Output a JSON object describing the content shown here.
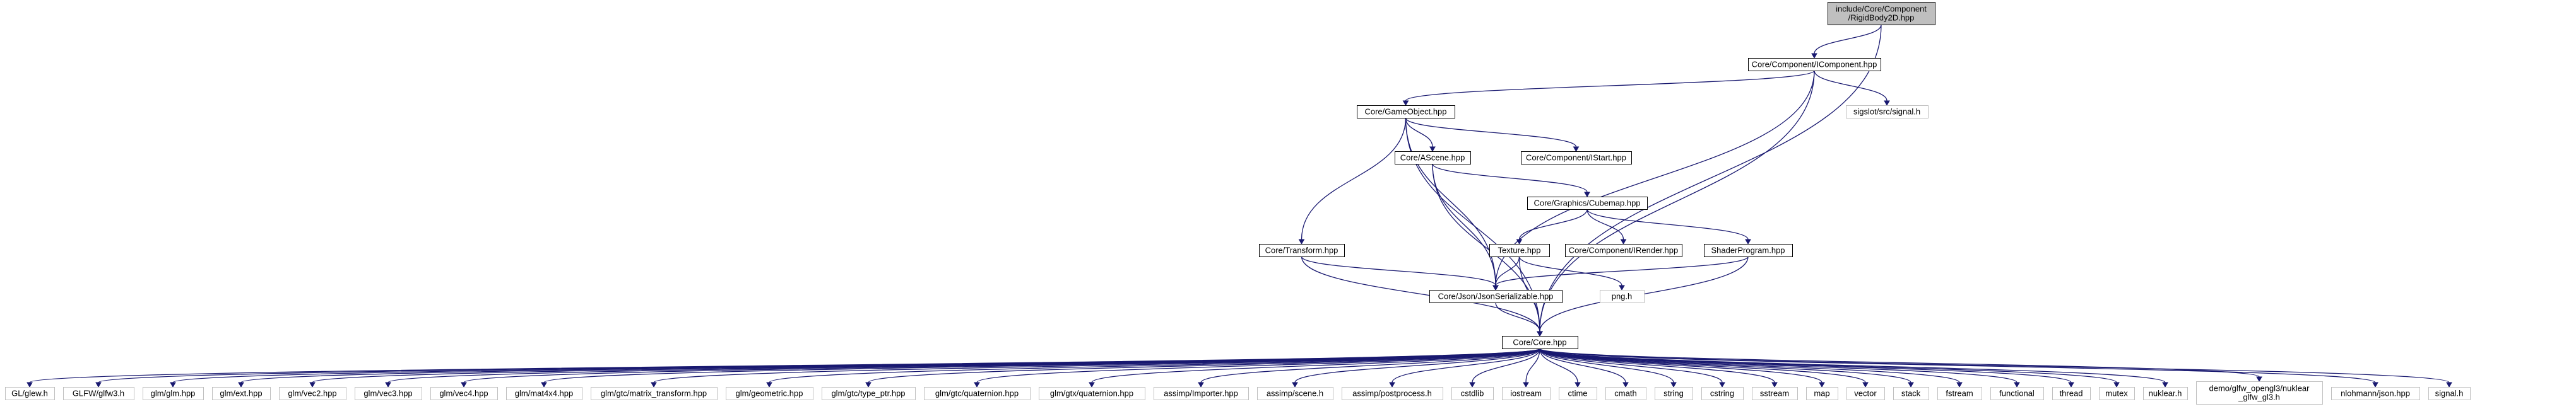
{
  "colors": {
    "edge": "#191970",
    "documented_border": "#000000",
    "external_border": "#bfbfbf",
    "root_fill": "#bfbfbf",
    "node_fill": "#ffffff"
  },
  "nodes": [
    {
      "id": "root",
      "label_lines": [
        "include/Core/Component",
        "/RigidBody2D.hpp"
      ],
      "kind": "root"
    },
    {
      "id": "icomponent",
      "label_lines": [
        "Core/Component/IComponent.hpp"
      ],
      "kind": "documented"
    },
    {
      "id": "sigslot",
      "label_lines": [
        "sigslot/src/signal.h"
      ],
      "kind": "external"
    },
    {
      "id": "gameobject",
      "label_lines": [
        "Core/GameObject.hpp"
      ],
      "kind": "documented"
    },
    {
      "id": "istart",
      "label_lines": [
        "Core/Component/IStart.hpp"
      ],
      "kind": "documented"
    },
    {
      "id": "ascene",
      "label_lines": [
        "Core/AScene.hpp"
      ],
      "kind": "documented"
    },
    {
      "id": "cubemap",
      "label_lines": [
        "Core/Graphics/Cubemap.hpp"
      ],
      "kind": "documented"
    },
    {
      "id": "transform",
      "label_lines": [
        "Core/Transform.hpp"
      ],
      "kind": "documented"
    },
    {
      "id": "texture",
      "label_lines": [
        "Texture.hpp"
      ],
      "kind": "documented"
    },
    {
      "id": "irender",
      "label_lines": [
        "Core/Component/IRender.hpp"
      ],
      "kind": "documented"
    },
    {
      "id": "shaderprogram",
      "label_lines": [
        "ShaderProgram.hpp"
      ],
      "kind": "documented"
    },
    {
      "id": "jsonser",
      "label_lines": [
        "Core/Json/JsonSerializable.hpp"
      ],
      "kind": "documented"
    },
    {
      "id": "png",
      "label_lines": [
        "png.h"
      ],
      "kind": "external"
    },
    {
      "id": "core",
      "label_lines": [
        "Core/Core.hpp"
      ],
      "kind": "documented"
    },
    {
      "id": "glew",
      "label_lines": [
        "GL/glew.h"
      ],
      "kind": "external"
    },
    {
      "id": "glfw",
      "label_lines": [
        "GLFW/glfw3.h"
      ],
      "kind": "external"
    },
    {
      "id": "glm",
      "label_lines": [
        "glm/glm.hpp"
      ],
      "kind": "external"
    },
    {
      "id": "glmext",
      "label_lines": [
        "glm/ext.hpp"
      ],
      "kind": "external"
    },
    {
      "id": "vec2",
      "label_lines": [
        "glm/vec2.hpp"
      ],
      "kind": "external"
    },
    {
      "id": "vec3",
      "label_lines": [
        "glm/vec3.hpp"
      ],
      "kind": "external"
    },
    {
      "id": "vec4",
      "label_lines": [
        "glm/vec4.hpp"
      ],
      "kind": "external"
    },
    {
      "id": "mat4x4",
      "label_lines": [
        "glm/mat4x4.hpp"
      ],
      "kind": "external"
    },
    {
      "id": "mattransform",
      "label_lines": [
        "glm/gtc/matrix_transform.hpp"
      ],
      "kind": "external"
    },
    {
      "id": "geometric",
      "label_lines": [
        "glm/geometric.hpp"
      ],
      "kind": "external"
    },
    {
      "id": "typeptr",
      "label_lines": [
        "glm/gtc/type_ptr.hpp"
      ],
      "kind": "external"
    },
    {
      "id": "gtcquat",
      "label_lines": [
        "glm/gtc/quaternion.hpp"
      ],
      "kind": "external"
    },
    {
      "id": "gtxquat",
      "label_lines": [
        "glm/gtx/quaternion.hpp"
      ],
      "kind": "external"
    },
    {
      "id": "importer",
      "label_lines": [
        "assimp/Importer.hpp"
      ],
      "kind": "external"
    },
    {
      "id": "scene",
      "label_lines": [
        "assimp/scene.h"
      ],
      "kind": "external"
    },
    {
      "id": "postprocess",
      "label_lines": [
        "assimp/postprocess.h"
      ],
      "kind": "external"
    },
    {
      "id": "cstdlib",
      "label_lines": [
        "cstdlib"
      ],
      "kind": "external"
    },
    {
      "id": "iostream",
      "label_lines": [
        "iostream"
      ],
      "kind": "external"
    },
    {
      "id": "ctime",
      "label_lines": [
        "ctime"
      ],
      "kind": "external"
    },
    {
      "id": "cmath",
      "label_lines": [
        "cmath"
      ],
      "kind": "external"
    },
    {
      "id": "string",
      "label_lines": [
        "string"
      ],
      "kind": "external"
    },
    {
      "id": "cstring",
      "label_lines": [
        "cstring"
      ],
      "kind": "external"
    },
    {
      "id": "sstream",
      "label_lines": [
        "sstream"
      ],
      "kind": "external"
    },
    {
      "id": "map",
      "label_lines": [
        "map"
      ],
      "kind": "external"
    },
    {
      "id": "vector",
      "label_lines": [
        "vector"
      ],
      "kind": "external"
    },
    {
      "id": "stack",
      "label_lines": [
        "stack"
      ],
      "kind": "external"
    },
    {
      "id": "fstream",
      "label_lines": [
        "fstream"
      ],
      "kind": "external"
    },
    {
      "id": "functional",
      "label_lines": [
        "functional"
      ],
      "kind": "external"
    },
    {
      "id": "thread",
      "label_lines": [
        "thread"
      ],
      "kind": "external"
    },
    {
      "id": "mutex",
      "label_lines": [
        "mutex"
      ],
      "kind": "external"
    },
    {
      "id": "nuklear",
      "label_lines": [
        "nuklear.h"
      ],
      "kind": "external"
    },
    {
      "id": "glfwgl3",
      "label_lines": [
        "demo/glfw_opengl3/nuklear",
        "_glfw_gl3.h"
      ],
      "kind": "external"
    },
    {
      "id": "json",
      "label_lines": [
        "nlohmann/json.hpp"
      ],
      "kind": "external"
    },
    {
      "id": "signal",
      "label_lines": [
        "signal.h"
      ],
      "kind": "external"
    }
  ],
  "edges": [
    [
      "root",
      "icomponent"
    ],
    [
      "root",
      "core"
    ],
    [
      "icomponent",
      "gameobject"
    ],
    [
      "icomponent",
      "sigslot"
    ],
    [
      "icomponent",
      "jsonser"
    ],
    [
      "icomponent",
      "core"
    ],
    [
      "gameobject",
      "istart"
    ],
    [
      "gameobject",
      "ascene"
    ],
    [
      "gameobject",
      "transform"
    ],
    [
      "gameobject",
      "jsonser"
    ],
    [
      "gameobject",
      "core"
    ],
    [
      "ascene",
      "cubemap"
    ],
    [
      "ascene",
      "jsonser"
    ],
    [
      "ascene",
      "core"
    ],
    [
      "cubemap",
      "texture"
    ],
    [
      "cubemap",
      "irender"
    ],
    [
      "cubemap",
      "shaderprogram"
    ],
    [
      "transform",
      "jsonser"
    ],
    [
      "transform",
      "core"
    ],
    [
      "texture",
      "jsonser"
    ],
    [
      "texture",
      "png"
    ],
    [
      "texture",
      "core"
    ],
    [
      "shaderprogram",
      "jsonser"
    ],
    [
      "shaderprogram",
      "core"
    ],
    [
      "jsonser",
      "core"
    ],
    [
      "core",
      "glew"
    ],
    [
      "core",
      "glfw"
    ],
    [
      "core",
      "glm"
    ],
    [
      "core",
      "glmext"
    ],
    [
      "core",
      "vec2"
    ],
    [
      "core",
      "vec3"
    ],
    [
      "core",
      "vec4"
    ],
    [
      "core",
      "mat4x4"
    ],
    [
      "core",
      "mattransform"
    ],
    [
      "core",
      "geometric"
    ],
    [
      "core",
      "typeptr"
    ],
    [
      "core",
      "gtcquat"
    ],
    [
      "core",
      "gtxquat"
    ],
    [
      "core",
      "importer"
    ],
    [
      "core",
      "scene"
    ],
    [
      "core",
      "postprocess"
    ],
    [
      "core",
      "cstdlib"
    ],
    [
      "core",
      "iostream"
    ],
    [
      "core",
      "ctime"
    ],
    [
      "core",
      "cmath"
    ],
    [
      "core",
      "string"
    ],
    [
      "core",
      "cstring"
    ],
    [
      "core",
      "sstream"
    ],
    [
      "core",
      "map"
    ],
    [
      "core",
      "vector"
    ],
    [
      "core",
      "stack"
    ],
    [
      "core",
      "fstream"
    ],
    [
      "core",
      "functional"
    ],
    [
      "core",
      "thread"
    ],
    [
      "core",
      "mutex"
    ],
    [
      "core",
      "nuklear"
    ],
    [
      "core",
      "glfwgl3"
    ],
    [
      "core",
      "json"
    ],
    [
      "core",
      "signal"
    ]
  ]
}
